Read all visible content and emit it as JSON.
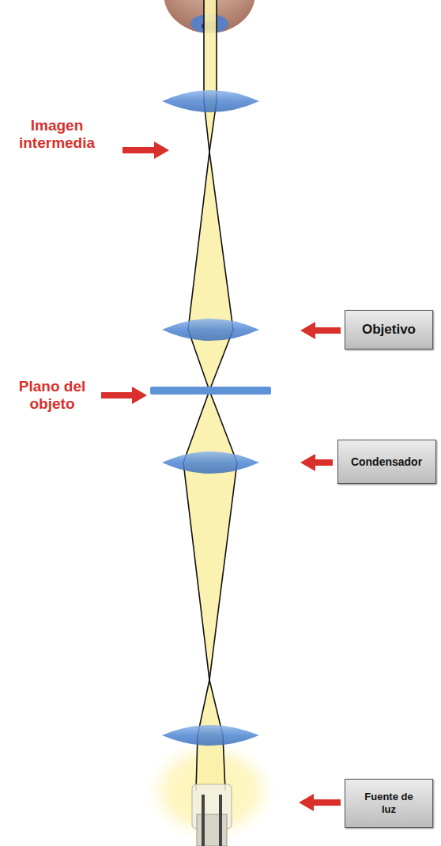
{
  "diagram": {
    "nodes": [
      {
        "text": [
          "Objetivo"
        ]
      },
      {
        "text": [
          "Condensador"
        ]
      },
      {
        "text": [
          "Fuente de luz"
        ]
      }
    ],
    "labels": [
      "Imagen intermedia",
      "Plano del objeto"
    ]
  }
}
